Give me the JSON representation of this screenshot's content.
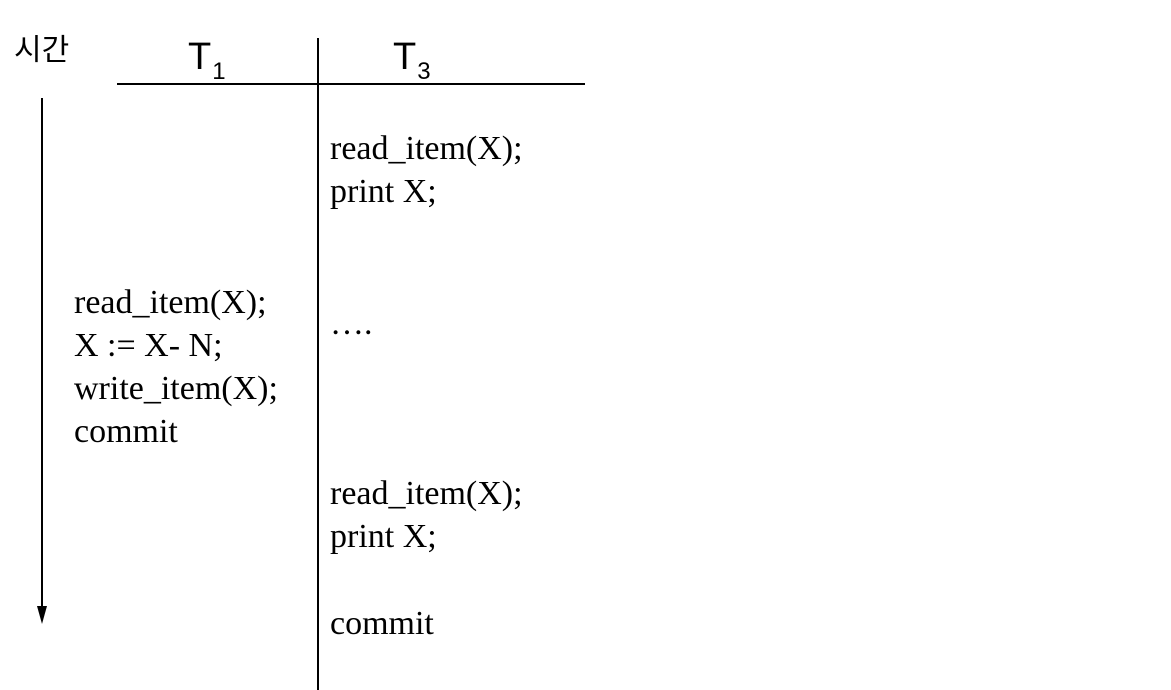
{
  "time_axis": {
    "label": "시간"
  },
  "columns": [
    {
      "name": "T",
      "subscript": "1"
    },
    {
      "name": "T",
      "subscript": "3"
    }
  ],
  "t3_first": [
    "read_item(X);",
    "print X;"
  ],
  "t3_ellipsis": "….",
  "t1_ops": [
    "read_item(X);",
    "X := X- N;",
    "write_item(X);",
    "commit"
  ],
  "t3_second": [
    "read_item(X);",
    "print X;"
  ],
  "t3_commit": "commit"
}
